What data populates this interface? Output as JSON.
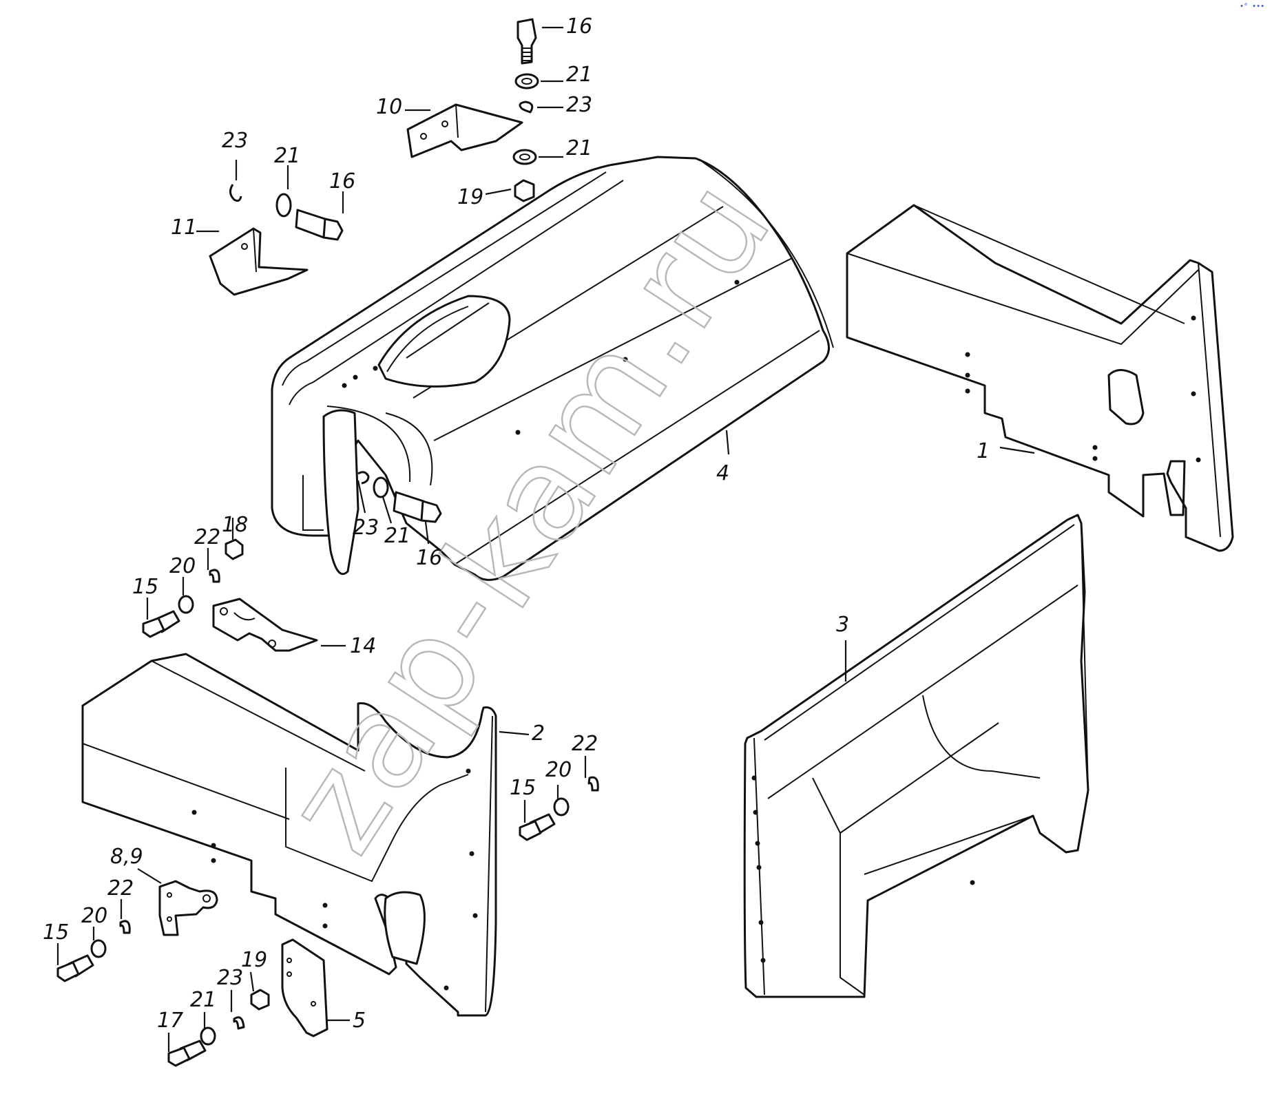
{
  "watermark": "zap-kam.ru",
  "corner_mark": "•° •••",
  "parts": [
    {
      "id": "1",
      "label": "1"
    },
    {
      "id": "2",
      "label": "2"
    },
    {
      "id": "3",
      "label": "3"
    },
    {
      "id": "4",
      "label": "4"
    },
    {
      "id": "5",
      "label": "5"
    },
    {
      "id": "8-9",
      "label": "8,9"
    },
    {
      "id": "10",
      "label": "10"
    },
    {
      "id": "11",
      "label": "11"
    },
    {
      "id": "14",
      "label": "14"
    }
  ],
  "fasteners": {
    "bolt_16": "16",
    "bolt_15": "15",
    "bolt_17": "17",
    "nut_18": "18",
    "nut_19": "19",
    "washer_20": "20",
    "washer_21": "21",
    "lock_washer_22": "22",
    "circlip_23": "23"
  }
}
